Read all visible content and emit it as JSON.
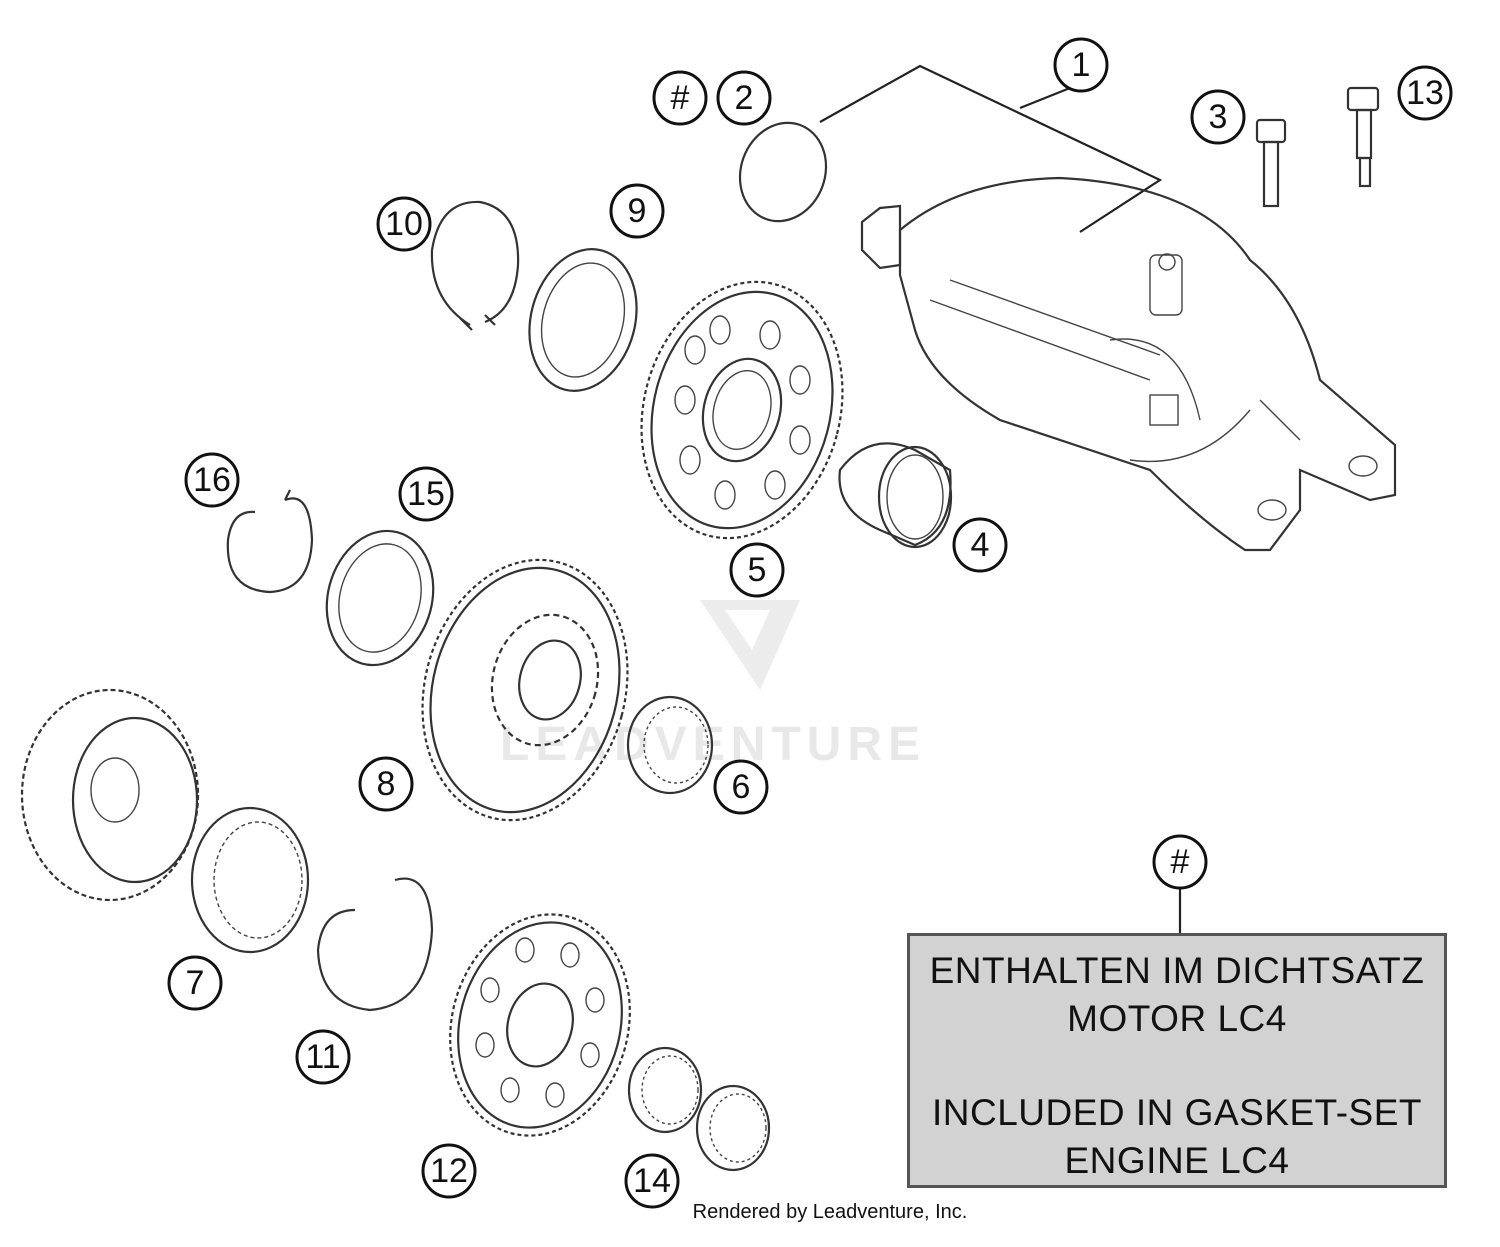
{
  "callouts": {
    "c1": "1",
    "c2": "2",
    "c3": "3",
    "c4": "4",
    "c5": "5",
    "c6": "6",
    "c7": "7",
    "c8": "8",
    "c9": "9",
    "c10": "10",
    "c11": "11",
    "c12": "12",
    "c13": "13",
    "c14": "14",
    "c15": "15",
    "c16": "16",
    "hash_top": "#",
    "hash_note": "#"
  },
  "note": {
    "line1": "ENTHALTEN IM DICHTSATZ",
    "line2": "MOTOR LC4",
    "line3": "INCLUDED IN GASKET-SET",
    "line4": "ENGINE LC4"
  },
  "watermark": "LEADVENTURE",
  "footer": "Rendered by Leadventure, Inc."
}
